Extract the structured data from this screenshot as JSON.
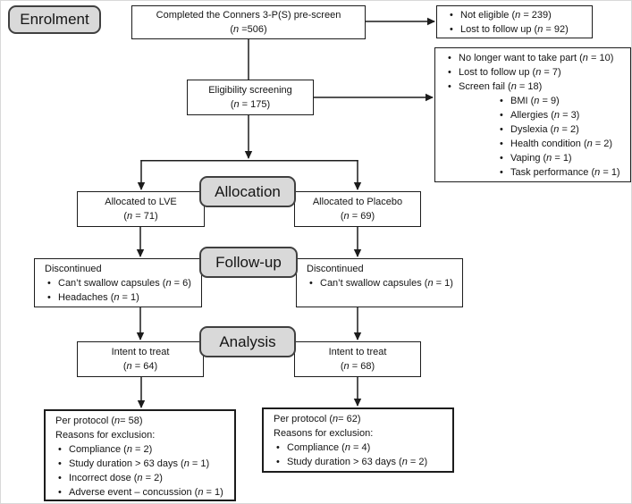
{
  "colors": {
    "stage_label_fill": "#d9d9d9",
    "stage_label_border": "#404040",
    "box_border": "#1c1c1c",
    "text": "#141414"
  },
  "glyphs": {
    "bullet": "•"
  },
  "labels": {
    "enrolment": "Enrolment",
    "allocation": "Allocation",
    "followup": "Follow-up",
    "analysis": "Analysis"
  },
  "boxes": {
    "prescreen": {
      "line1": "Completed the Conners 3-P(S) pre-screen",
      "line2": "(n =506)"
    },
    "not_eligible": {
      "items": [
        "Not eligible (n = 239)",
        "Lost to follow up (n = 92)"
      ]
    },
    "eligibility": {
      "line1": "Eligibility screening",
      "line2": "(n = 175)"
    },
    "screen_exclusions": {
      "items": [
        "No longer want to take part (n = 10)",
        "Lost to follow up (n = 7)",
        "Screen fail (n = 18)",
        "BMI (n = 9)",
        "Allergies (n = 3)",
        "Dyslexia (n = 2)",
        "Health condition (n = 2)",
        "Vaping (n = 1)",
        "Task performance (n = 1)"
      ]
    },
    "lve": {
      "line1": "Allocated to LVE",
      "line2": "(n = 71)"
    },
    "placebo": {
      "line1": "Allocated to Placebo",
      "line2": "(n = 69)"
    },
    "disc_lve": {
      "title": "Discontinued",
      "items": [
        "Can’t swallow capsules (n = 6)",
        "Headaches (n = 1)"
      ]
    },
    "disc_placebo": {
      "title": "Discontinued",
      "items": [
        "Can’t swallow capsules (n = 1)"
      ]
    },
    "itt_lve": {
      "line1": "Intent to treat",
      "line2": "(n = 64)"
    },
    "itt_placebo": {
      "line1": "Intent to treat",
      "line2": "(n = 68)"
    },
    "pp_lve": {
      "title": "Per protocol (n = 58)",
      "subtitle": "Reasons for exclusion:",
      "items": [
        "Compliance (n = 2)",
        "Study duration > 63 days (n = 1)",
        "Incorrect dose (n = 2)",
        "Adverse event – concussion (n = 1)"
      ]
    },
    "pp_placebo": {
      "title": "Per protocol (n = 62)",
      "subtitle": "Reasons for exclusion:",
      "items": [
        "Compliance (n = 4)",
        "Study duration > 63 days (n = 2)"
      ]
    }
  }
}
